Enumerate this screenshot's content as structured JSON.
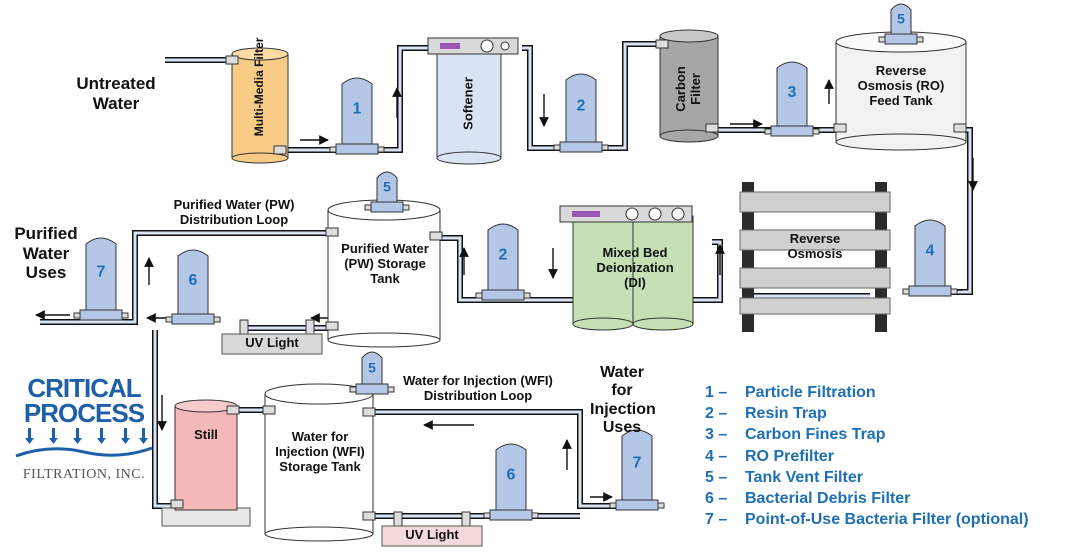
{
  "labels": {
    "untreated": "Untreated Water",
    "multimedia": "Multi-Media Filter",
    "softener": "Softener",
    "carbon": "Carbon Filter",
    "ro_feed": "Reverse Osmosis (RO) Feed Tank",
    "ro": "Reverse Osmosis",
    "mixed_bed": "Mixed Bed Deionization (DI)",
    "pw_loop": "Purified Water (PW) Distribution Loop",
    "pw_tank": "Purified Water (PW) Storage Tank",
    "pw_uses": "Purified Water Uses",
    "uv1": "UV Light",
    "still": "Still",
    "wfi_tank": "Water for Injection (WFI) Storage Tank",
    "wfi_loop": "Water for Injection (WFI) Distribution Loop",
    "wfi_uses": "Water for Injection Uses",
    "uv2": "UV Light"
  },
  "filter_numbers": {
    "f1": "1",
    "f2a": "2",
    "f3": "3",
    "f4": "4",
    "f5a": "5",
    "f2b": "2",
    "f5b": "5",
    "f6a": "6",
    "f7a": "7",
    "f5c": "5",
    "f6b": "6",
    "f7b": "7"
  },
  "legend": [
    {
      "num": "1 –",
      "text": "Particle Filtration"
    },
    {
      "num": "2 –",
      "text": "Resin Trap"
    },
    {
      "num": "3 –",
      "text": "Carbon Fines Trap"
    },
    {
      "num": "4 –",
      "text": "RO Prefilter"
    },
    {
      "num": "5 –",
      "text": "Tank Vent Filter"
    },
    {
      "num": "6 –",
      "text": "Bacterial Debris Filter"
    },
    {
      "num": "7 –",
      "text": "Point-of-Use Bacteria Filter (optional)"
    }
  ],
  "logo": {
    "line1": "CRITICAL",
    "line2": "PROCESS",
    "line3": "FILTRATION, INC."
  },
  "colors": {
    "filter": "#b4c7e7",
    "multimedia": "#f8cb87",
    "softener": "#dae3f3",
    "carbon": "#a6a6a6",
    "mixed_bed": "#c5e0b4",
    "still": "#f4b8b8",
    "pipe": "#dae3f3",
    "number_text": "#1f6fb5"
  }
}
